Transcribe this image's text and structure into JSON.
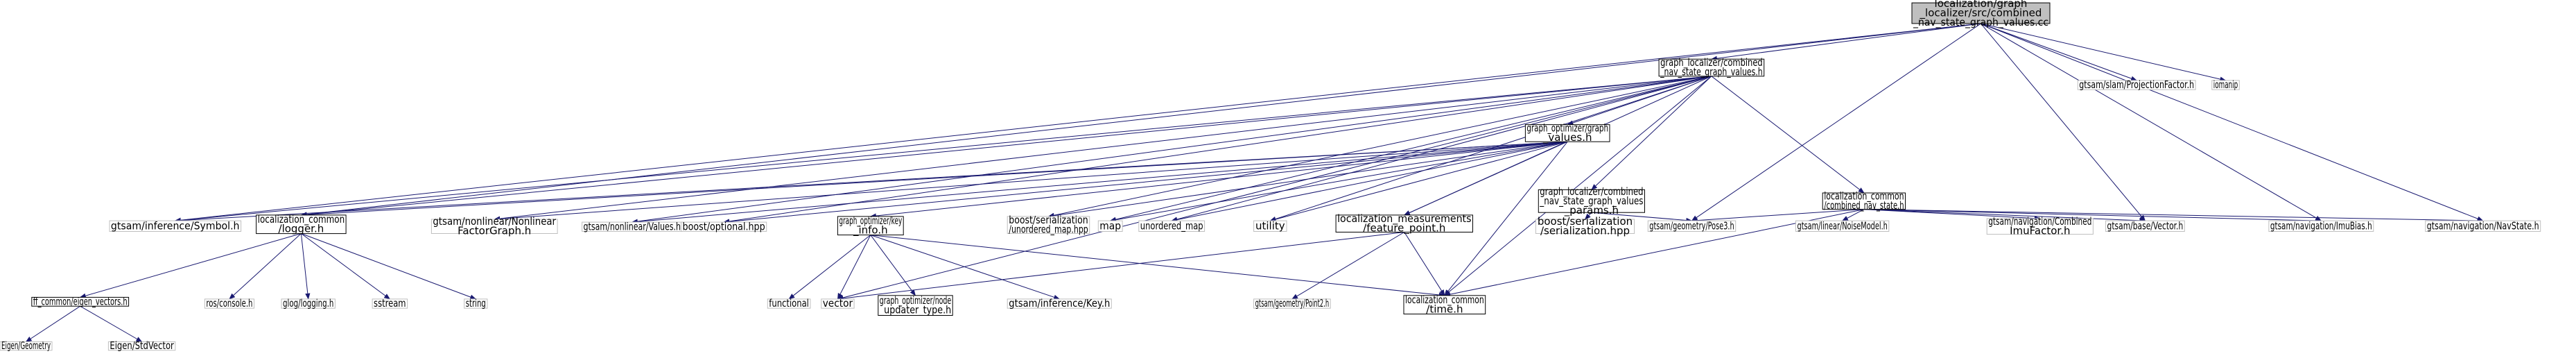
{
  "colors": {
    "edge": "#191970",
    "node_border": "#000000",
    "grey_border": "#bfbfbf",
    "root_fill": "#bfbfbf",
    "text": "#000000"
  },
  "nodes": [
    {
      "id": "root",
      "lines": [
        "localization/graph",
        "_localizer/src/combined",
        "_nav_state_graph_values.cc"
      ],
      "style": "root"
    },
    {
      "id": "combined_values",
      "lines": [
        "graph_localizer/combined",
        "_nav_state_graph_values.h"
      ],
      "style": "file"
    },
    {
      "id": "projection_factor",
      "lines": [
        "gtsam/slam/ProjectionFactor.h"
      ],
      "style": "ext"
    },
    {
      "id": "iomanip",
      "lines": [
        "iomanip"
      ],
      "style": "ext"
    },
    {
      "id": "graph_values",
      "lines": [
        "graph_optimizer/graph",
        "_values.h"
      ],
      "style": "file"
    },
    {
      "id": "combined_params",
      "lines": [
        "graph_localizer/combined",
        "_nav_state_graph_values",
        "_params.h"
      ],
      "style": "file"
    },
    {
      "id": "combined_nav_state",
      "lines": [
        "localization_common",
        "/combined_nav_state.h"
      ],
      "style": "file"
    },
    {
      "id": "symbol",
      "lines": [
        "gtsam/inference/Symbol.h"
      ],
      "style": "ext"
    },
    {
      "id": "logger",
      "lines": [
        "localization_common",
        "/logger.h"
      ],
      "style": "file"
    },
    {
      "id": "nonlinear_fg",
      "lines": [
        "gtsam/nonlinear/Nonlinear",
        "FactorGraph.h"
      ],
      "style": "ext"
    },
    {
      "id": "nl_values",
      "lines": [
        "gtsam/nonlinear/Values.h"
      ],
      "style": "ext"
    },
    {
      "id": "boost_optional",
      "lines": [
        "boost/optional.hpp"
      ],
      "style": "ext"
    },
    {
      "id": "key_info",
      "lines": [
        "graph_optimizer/key",
        "_info.h"
      ],
      "style": "file"
    },
    {
      "id": "boost_unordered_map",
      "lines": [
        "boost/serialization",
        "/unordered_map.hpp"
      ],
      "style": "ext"
    },
    {
      "id": "map",
      "lines": [
        "map"
      ],
      "style": "ext"
    },
    {
      "id": "unordered_map",
      "lines": [
        "unordered_map"
      ],
      "style": "ext"
    },
    {
      "id": "utility",
      "lines": [
        "utility"
      ],
      "style": "ext"
    },
    {
      "id": "feature_point",
      "lines": [
        "localization_measurements",
        "/feature_point.h"
      ],
      "style": "file"
    },
    {
      "id": "boost_serialization",
      "lines": [
        "boost/serialization",
        "/serialization.hpp"
      ],
      "style": "ext"
    },
    {
      "id": "pose3",
      "lines": [
        "gtsam/geometry/Pose3.h"
      ],
      "style": "ext"
    },
    {
      "id": "noise_model",
      "lines": [
        "gtsam/linear/NoiseModel.h"
      ],
      "style": "ext"
    },
    {
      "id": "combined_imu",
      "lines": [
        "gtsam/navigation/Combined",
        "ImuFactor.h"
      ],
      "style": "ext"
    },
    {
      "id": "vector_h",
      "lines": [
        "gtsam/base/Vector.h"
      ],
      "style": "ext"
    },
    {
      "id": "imu_bias",
      "lines": [
        "gtsam/navigation/ImuBias.h"
      ],
      "style": "ext"
    },
    {
      "id": "nav_state",
      "lines": [
        "gtsam/navigation/NavState.h"
      ],
      "style": "ext"
    },
    {
      "id": "eigen_vectors",
      "lines": [
        "ff_common/eigen_vectors.h"
      ],
      "style": "file"
    },
    {
      "id": "ros_console",
      "lines": [
        "ros/console.h"
      ],
      "style": "ext"
    },
    {
      "id": "glog",
      "lines": [
        "glog/logging.h"
      ],
      "style": "ext"
    },
    {
      "id": "sstream",
      "lines": [
        "sstream"
      ],
      "style": "ext"
    },
    {
      "id": "string",
      "lines": [
        "string"
      ],
      "style": "ext"
    },
    {
      "id": "functional",
      "lines": [
        "functional"
      ],
      "style": "ext"
    },
    {
      "id": "vector",
      "lines": [
        "vector"
      ],
      "style": "ext"
    },
    {
      "id": "node_updater_type",
      "lines": [
        "graph_optimizer/node",
        "_updater_type.h"
      ],
      "style": "file"
    },
    {
      "id": "inference_key",
      "lines": [
        "gtsam/inference/Key.h"
      ],
      "style": "ext"
    },
    {
      "id": "point2",
      "lines": [
        "gtsam/geometry/Point2.h"
      ],
      "style": "ext"
    },
    {
      "id": "time_h",
      "lines": [
        "localization_common",
        "/time.h"
      ],
      "style": "file"
    },
    {
      "id": "eigen_geometry",
      "lines": [
        "Eigen/Geometry"
      ],
      "style": "ext"
    },
    {
      "id": "eigen_stdvector",
      "lines": [
        "Eigen/StdVector"
      ],
      "style": "ext"
    }
  ],
  "edges": [
    [
      "root",
      "combined_values"
    ],
    [
      "root",
      "projection_factor"
    ],
    [
      "root",
      "iomanip"
    ],
    [
      "root",
      "symbol"
    ],
    [
      "root",
      "logger"
    ],
    [
      "root",
      "pose3"
    ],
    [
      "root",
      "vector_h"
    ],
    [
      "root",
      "imu_bias"
    ],
    [
      "root",
      "nav_state"
    ],
    [
      "combined_values",
      "graph_values"
    ],
    [
      "combined_values",
      "combined_params"
    ],
    [
      "combined_values",
      "combined_nav_state"
    ],
    [
      "combined_values",
      "symbol"
    ],
    [
      "combined_values",
      "logger"
    ],
    [
      "combined_values",
      "nonlinear_fg"
    ],
    [
      "combined_values",
      "nl_values"
    ],
    [
      "combined_values",
      "boost_optional"
    ],
    [
      "combined_values",
      "boost_unordered_map"
    ],
    [
      "combined_values",
      "map"
    ],
    [
      "combined_values",
      "unordered_map"
    ],
    [
      "combined_values",
      "utility"
    ],
    [
      "combined_values",
      "feature_point"
    ],
    [
      "combined_values",
      "vector"
    ],
    [
      "combined_values",
      "time_h"
    ],
    [
      "graph_values",
      "symbol"
    ],
    [
      "graph_values",
      "logger"
    ],
    [
      "graph_values",
      "nonlinear_fg"
    ],
    [
      "graph_values",
      "nl_values"
    ],
    [
      "graph_values",
      "boost_optional"
    ],
    [
      "graph_values",
      "key_info"
    ],
    [
      "graph_values",
      "boost_unordered_map"
    ],
    [
      "graph_values",
      "map"
    ],
    [
      "graph_values",
      "unordered_map"
    ],
    [
      "graph_values",
      "utility"
    ],
    [
      "graph_values",
      "feature_point"
    ],
    [
      "graph_values",
      "time_h"
    ],
    [
      "combined_params",
      "boost_serialization"
    ],
    [
      "combined_params",
      "pose3"
    ],
    [
      "combined_nav_state",
      "pose3"
    ],
    [
      "combined_nav_state",
      "noise_model"
    ],
    [
      "combined_nav_state",
      "combined_imu"
    ],
    [
      "combined_nav_state",
      "vector_h"
    ],
    [
      "combined_nav_state",
      "imu_bias"
    ],
    [
      "combined_nav_state",
      "nav_state"
    ],
    [
      "combined_nav_state",
      "time_h"
    ],
    [
      "logger",
      "eigen_vectors"
    ],
    [
      "logger",
      "ros_console"
    ],
    [
      "logger",
      "glog"
    ],
    [
      "logger",
      "sstream"
    ],
    [
      "logger",
      "string"
    ],
    [
      "key_info",
      "functional"
    ],
    [
      "key_info",
      "vector"
    ],
    [
      "key_info",
      "node_updater_type"
    ],
    [
      "key_info",
      "inference_key"
    ],
    [
      "key_info",
      "time_h"
    ],
    [
      "feature_point",
      "point2"
    ],
    [
      "feature_point",
      "time_h"
    ],
    [
      "feature_point",
      "vector"
    ],
    [
      "eigen_vectors",
      "eigen_geometry"
    ],
    [
      "eigen_vectors",
      "eigen_stdvector"
    ]
  ]
}
